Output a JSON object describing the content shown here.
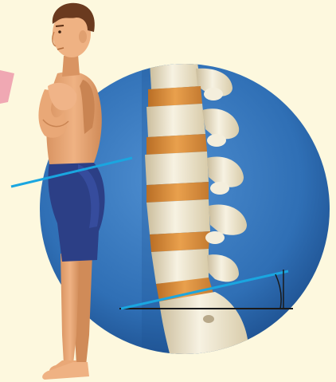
{
  "illustration": {
    "colors": {
      "background": "#fdf8de",
      "circle": "#2f6fb5",
      "circle_dark": "#1d4f8e",
      "skin": "#e9a877",
      "skin_shadow": "#c98452",
      "hair": "#6a3a1f",
      "shorts": "#2c3f86",
      "bone": "#f2ecd9",
      "bone_shadow": "#cbbd9c",
      "disc": "#d98c3a",
      "angle_line": "#1aa6e0",
      "baseline": "#1a1a1a",
      "pink_tab": "#f0a8b3"
    },
    "icons": [
      "person-figure",
      "lumbar-spine",
      "tilt-angle-indicator"
    ]
  }
}
